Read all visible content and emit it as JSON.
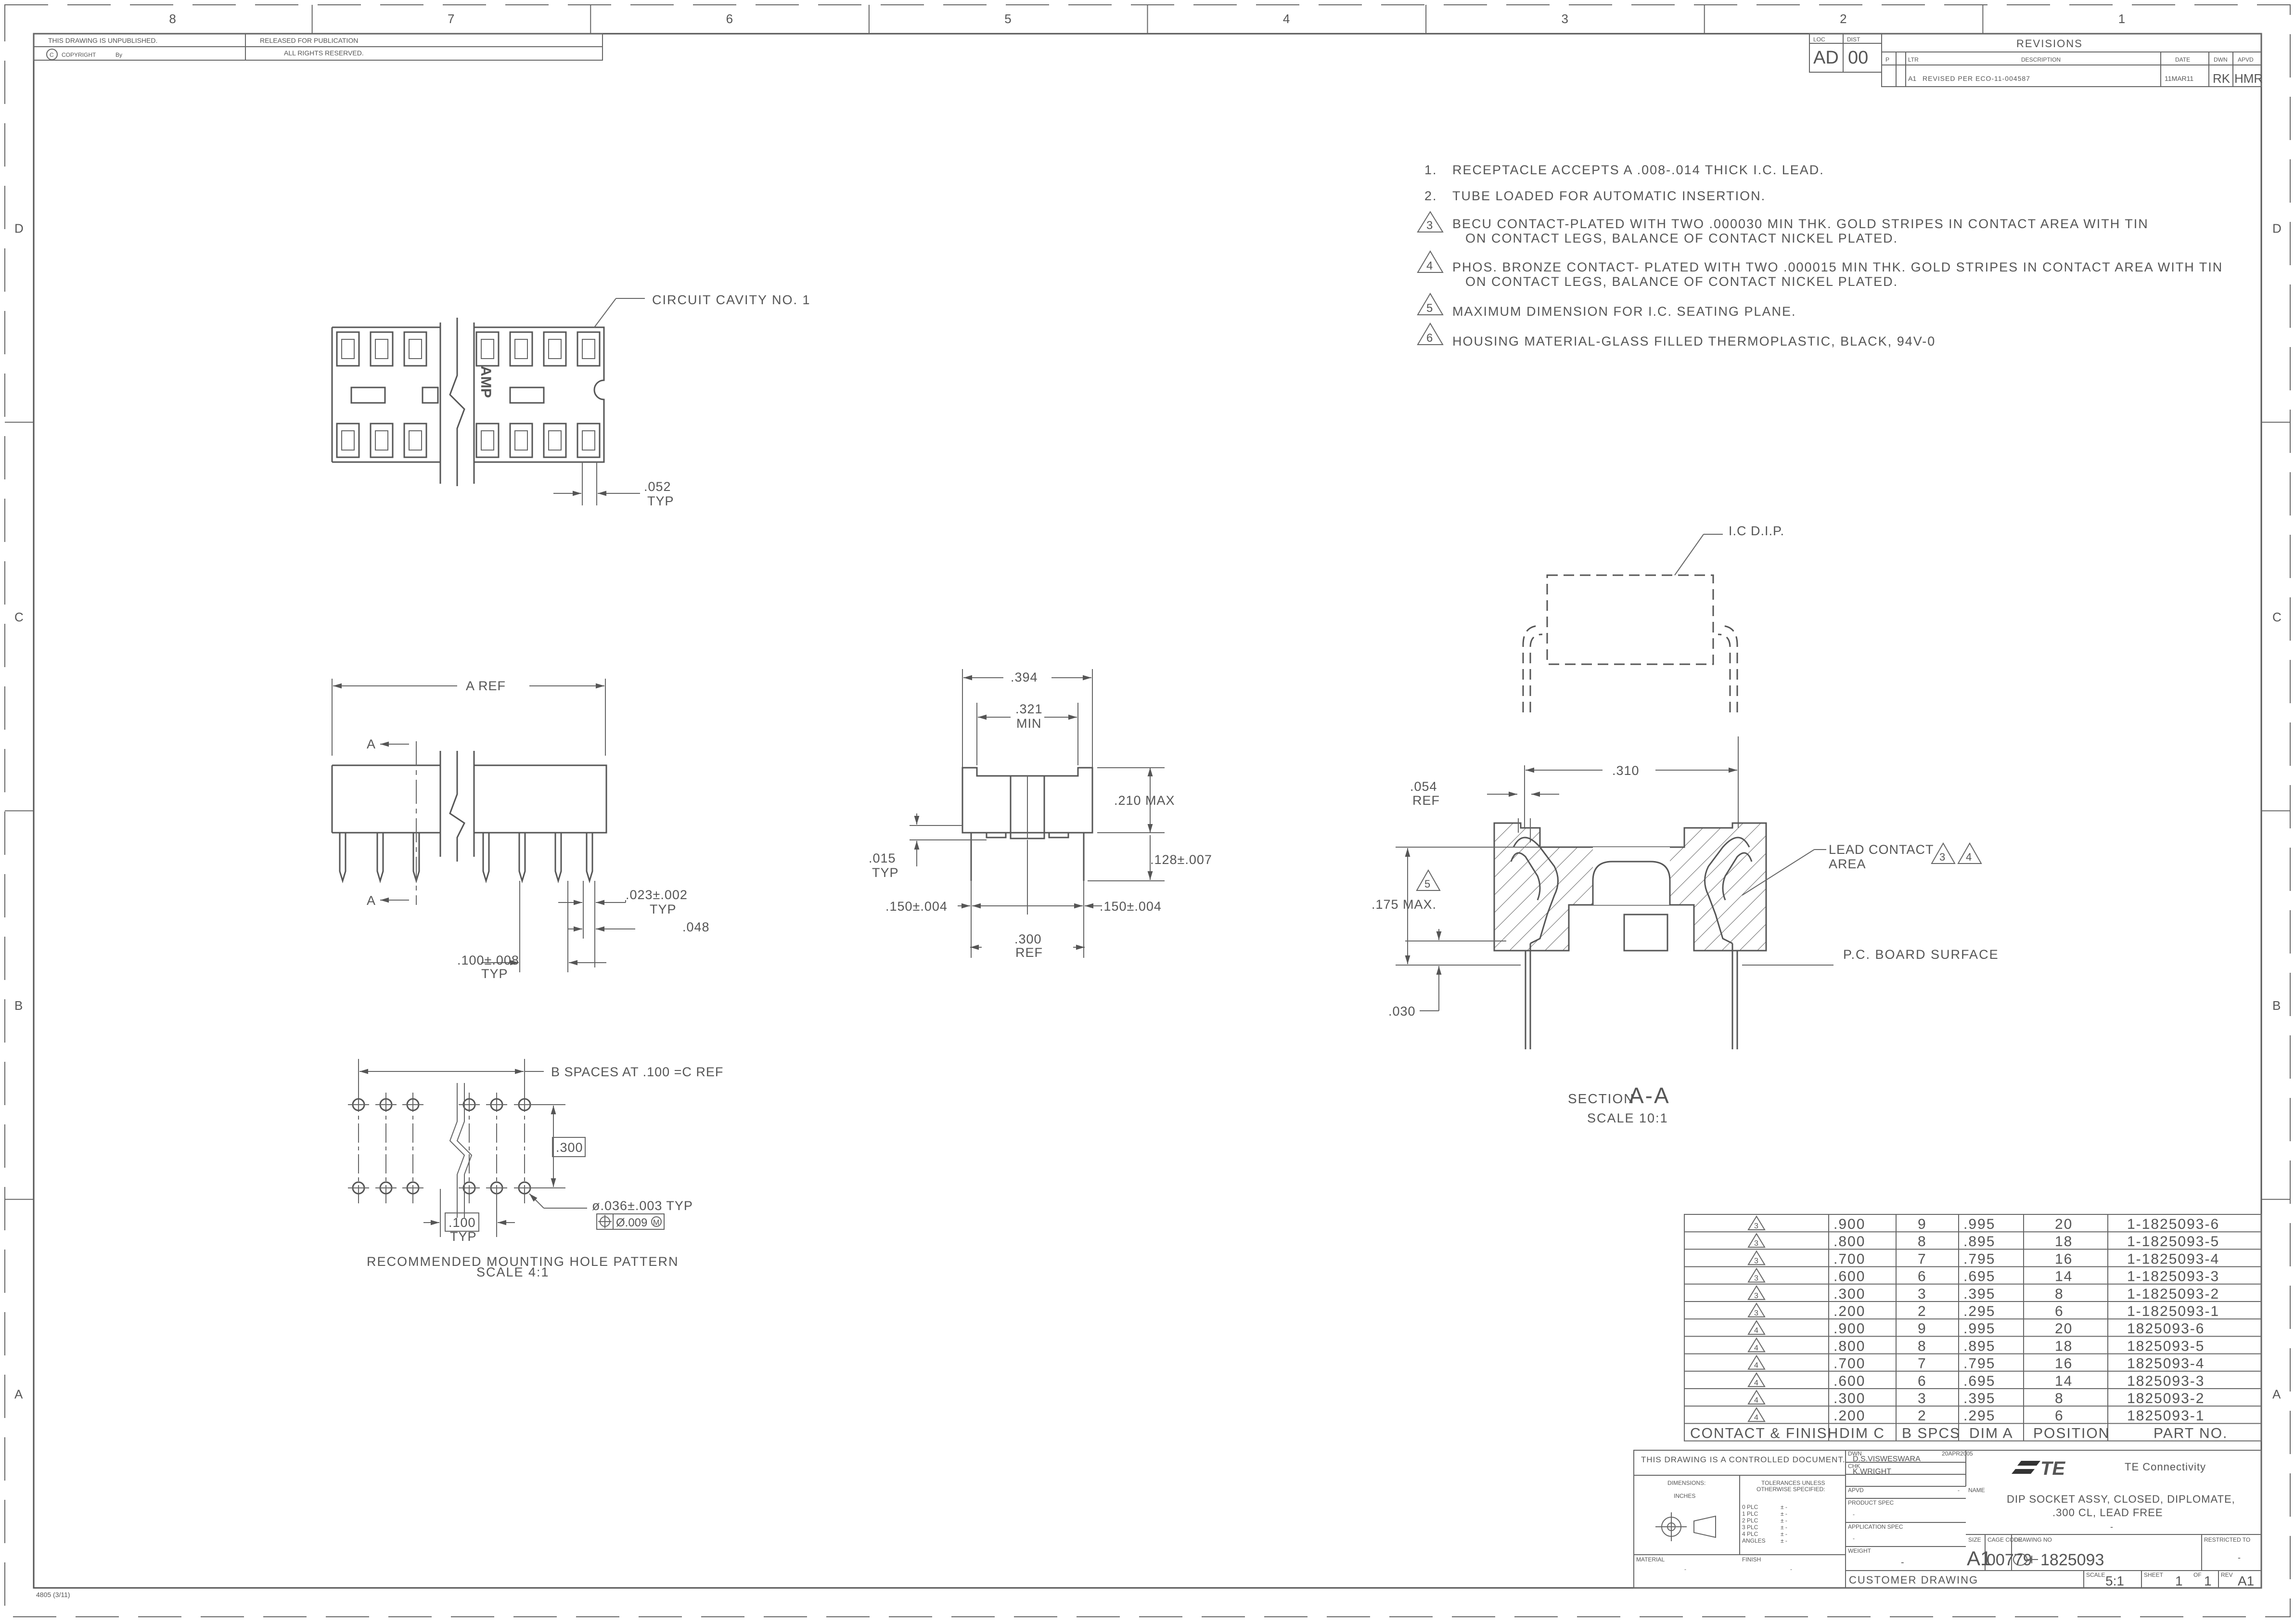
{
  "border": {
    "columns": [
      "8",
      "7",
      "6",
      "5",
      "4",
      "3",
      "2",
      "1"
    ],
    "rows": [
      "D",
      "C",
      "B",
      "A"
    ],
    "form_id": "4805 (3/11)"
  },
  "topblock": {
    "unpublished": "THIS DRAWING IS UNPUBLISHED.",
    "released": "RELEASED FOR PUBLICATION",
    "copyright": "COPYRIGHT",
    "rights": "ALL RIGHTS RESERVED.",
    "by": "By"
  },
  "revisions": {
    "loc_label": "LOC",
    "dist_label": "DIST",
    "loc": "AD",
    "dist": "00",
    "title": "REVISIONS",
    "headers": [
      "P",
      "LTR",
      "DESCRIPTION",
      "DATE",
      "DWN",
      "APVD"
    ],
    "row": {
      "ltr": "A1",
      "desc": "REVISED PER ECO-11-004587",
      "date": "11MAR11",
      "dwn": "RK",
      "apvd": "HMR"
    }
  },
  "notes": [
    {
      "num": "1.",
      "text": "RECEPTACLE ACCEPTS A .008-.014 THICK I.C. LEAD."
    },
    {
      "num": "2.",
      "text": "TUBE LOADED FOR AUTOMATIC INSERTION."
    },
    {
      "num": "3",
      "text": "BECU CONTACT-PLATED WITH TWO .000030 MIN THK. GOLD STRIPES IN CONTACT AREA WITH TIN",
      "text2": "ON CONTACT LEGS, BALANCE OF CONTACT NICKEL PLATED."
    },
    {
      "num": "4",
      "text": "PHOS. BRONZE CONTACT- PLATED WITH TWO .000015 MIN THK. GOLD STRIPES IN CONTACT AREA WITH TIN",
      "text2": "ON CONTACT LEGS, BALANCE OF CONTACT NICKEL PLATED."
    },
    {
      "num": "5",
      "text": "MAXIMUM DIMENSION FOR I.C. SEATING PLANE."
    },
    {
      "num": "6",
      "text": "HOUSING MATERIAL-GLASS FILLED THERMOPLASTIC, BLACK, 94V-0"
    }
  ],
  "top_view": {
    "circuit_label": "CIRCUIT CAVITY NO. 1",
    "brand": "AMP",
    "dim": ".052",
    "typ": "TYP"
  },
  "side_view": {
    "a_ref": "A REF",
    "a": "A",
    "d1": ".023±.002",
    "typ1": "TYP",
    "d2": ".048",
    "d3": ".100±.008",
    "typ2": "TYP"
  },
  "end_view": {
    "d394": ".394",
    "d321": ".321",
    "min": "MIN",
    "d210": ".210 MAX",
    "d015": ".015",
    "typ": "TYP",
    "d128": ".128±.007",
    "d150a": ".150±.004",
    "d150b": ".150±.004",
    "d300": ".300",
    "ref": "REF"
  },
  "section": {
    "icdip": "I.C  D.I.P.",
    "d310": ".310",
    "d054": ".054",
    "ref": "REF",
    "lead_contact": "LEAD CONTACT",
    "area": "AREA",
    "tri3": "3",
    "tri4": "4",
    "d175": ".175 MAX.",
    "tri5": "5",
    "pcb": "P.C. BOARD SURFACE",
    "d030": ".030",
    "section_word": "SECTION",
    "section_id": "A-A",
    "scale": "SCALE 10:1"
  },
  "hole_pattern": {
    "b_spaces": "B SPACES AT .100 =C REF",
    "d300": ".300",
    "d100": ".100",
    "typ": "TYP",
    "hole": "ø.036±.003 TYP",
    "tol": "Ø.009",
    "title": "RECOMMENDED MOUNTING HOLE PATTERN",
    "scale": "SCALE 4:1"
  },
  "part_table": {
    "headers": [
      "CONTACT & FINISH",
      "DIM C",
      "B SPCS",
      "DIM A",
      "POSITION",
      "PART NO."
    ],
    "rows": [
      {
        "cf": "3",
        "c": ".900",
        "b": "9",
        "a": ".995",
        "pos": "20",
        "pn": "1-1825093-6"
      },
      {
        "cf": "3",
        "c": ".800",
        "b": "8",
        "a": ".895",
        "pos": "18",
        "pn": "1-1825093-5"
      },
      {
        "cf": "3",
        "c": ".700",
        "b": "7",
        "a": ".795",
        "pos": "16",
        "pn": "1-1825093-4"
      },
      {
        "cf": "3",
        "c": ".600",
        "b": "6",
        "a": ".695",
        "pos": "14",
        "pn": "1-1825093-3"
      },
      {
        "cf": "3",
        "c": ".300",
        "b": "3",
        "a": ".395",
        "pos": "8",
        "pn": "1-1825093-2"
      },
      {
        "cf": "3",
        "c": ".200",
        "b": "2",
        "a": ".295",
        "pos": "6",
        "pn": "1-1825093-1"
      },
      {
        "cf": "4",
        "c": ".900",
        "b": "9",
        "a": ".995",
        "pos": "20",
        "pn": "1825093-6"
      },
      {
        "cf": "4",
        "c": ".800",
        "b": "8",
        "a": ".895",
        "pos": "18",
        "pn": "1825093-5"
      },
      {
        "cf": "4",
        "c": ".700",
        "b": "7",
        "a": ".795",
        "pos": "16",
        "pn": "1825093-4"
      },
      {
        "cf": "4",
        "c": ".600",
        "b": "6",
        "a": ".695",
        "pos": "14",
        "pn": "1825093-3"
      },
      {
        "cf": "4",
        "c": ".300",
        "b": "3",
        "a": ".395",
        "pos": "8",
        "pn": "1825093-2"
      },
      {
        "cf": "4",
        "c": ".200",
        "b": "2",
        "a": ".295",
        "pos": "6",
        "pn": "1825093-1"
      }
    ]
  },
  "title_block": {
    "controlled": "THIS DRAWING IS A CONTROLLED DOCUMENT.",
    "dwn_label": "DWN",
    "dwn": "D.S.VISWESWARA",
    "dwn_date": "20APR2005",
    "chk_label": "CHK",
    "chk": "K.WRIGHT",
    "apvd_label": "APVD",
    "dimensions_label": "DIMENSIONS:",
    "units": "INCHES",
    "tolerances": "TOLERANCES UNLESS",
    "otherwise": "OTHERWISE SPECIFIED:",
    "plc": [
      "0 PLC",
      "1 PLC",
      "2 PLC",
      "3 PLC",
      "4 PLC",
      "ANGLES"
    ],
    "pm": "±  -",
    "product_spec": "PRODUCT SPEC",
    "application_spec": "APPLICATION SPEC",
    "weight": "WEIGHT",
    "material": "MATERIAL",
    "finish": "FINISH",
    "dash": "-",
    "company": "TE Connectivity",
    "logo": "TE",
    "name_label": "NAME",
    "name1": "DIP SOCKET ASSY, CLOSED, DIPLOMATE,",
    "name2": ".300 CL, LEAD FREE",
    "size_label": "SIZE",
    "size": "A1",
    "cage_label": "CAGE CODE",
    "cage": "00779",
    "dwgno_label": "DRAWING NO",
    "dwgno": "1825093",
    "restricted": "RESTRICTED TO",
    "customer": "CUSTOMER DRAWING",
    "scale_label": "SCALE",
    "scale": "5:1",
    "sheet_label": "SHEET",
    "sheet": "1",
    "of": "OF",
    "of_val": "1",
    "rev_label": "REV",
    "rev": "A1"
  }
}
